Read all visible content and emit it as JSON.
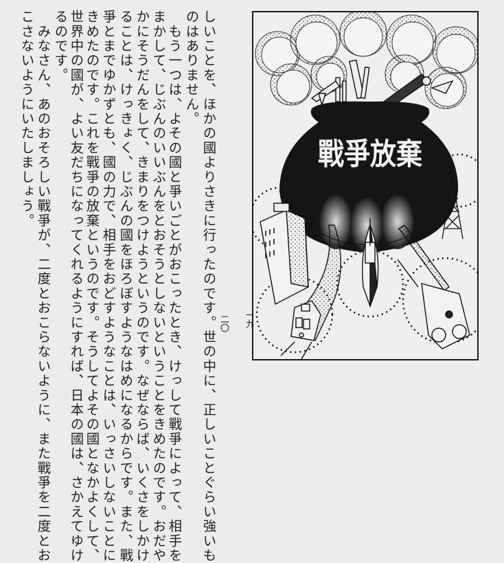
{
  "left_page": {
    "page_number": "二〇",
    "columns": [
      "しいことを、ほかの國よりさきに行ったのです。世の中に、正しいことぐらい強いも",
      "のはありません。",
      "　もう一つは、よその國と爭いごとがおこったとき、けっして戰爭によって、相手を",
      "まかして、じぶんのいいぶんをとおそうとしないということをきめたのです。おだや",
      "かにそうだんをして、きまりをつけようというのです。なぜならば、いくさをしかけ",
      "ることは、けっきょく、じぶんの國をほろぼすようなはめになるからです。また、戰",
      "爭とまでゆかずとも、國の力で、相手をおどすようなことは、いっさいしないことに",
      "きめたのです。これを戰爭の放棄というのです。そうしてよその國となかよくして、",
      "世界中の國が、よい友だちになってくれるようにすれば、日本の國は、さかえてゆけ",
      "るのです。",
      "　みなさん、あのおそろしい戰爭が、二度とおこらないように、また戰爭を二度とお",
      "こさないようにいたしましょう。"
    ]
  },
  "right_page": {
    "page_number": "一九",
    "illustration": {
      "caption_chars": [
        "戰",
        "爭",
        "放",
        "棄"
      ],
      "elements": [
        "cloud-of-smoke",
        "weapons-in-pot",
        "black-pot",
        "office-building",
        "electric-train",
        "ship",
        "ladder-fire-truck",
        "radio-tower",
        "sunburst-rings"
      ],
      "colors": {
        "ink": "#161616",
        "paper": "#efefed",
        "caption_text": "#f2f2f2"
      }
    }
  }
}
